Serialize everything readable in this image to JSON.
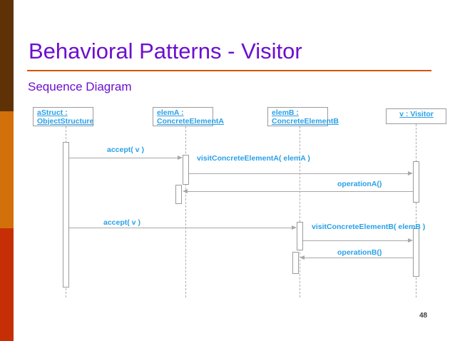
{
  "slide": {
    "title": "Behavioral Patterns - Visitor",
    "subtitle": "Sequence Diagram",
    "page_number": "48",
    "colors": {
      "title": "#6C0FCF",
      "rule": "#D2540C",
      "band_brown": "#5E3206",
      "band_orange": "#D2700A",
      "band_red": "#C62F06",
      "diagram_text": "#29A0E8",
      "diagram_line": "#A8A8A8",
      "box_border": "#9B9B9B"
    }
  },
  "diagram": {
    "type": "uml-sequence-diagram",
    "participants": [
      {
        "id": "aStruct",
        "line1": "aStruct :",
        "line2": "ObjectStructure",
        "single_line": ""
      },
      {
        "id": "elemA",
        "line1": "elemA :",
        "line2": "ConcreteElementA",
        "single_line": ""
      },
      {
        "id": "elemB",
        "line1": "elemB :",
        "line2": "ConcreteElementB",
        "single_line": ""
      },
      {
        "id": "visitor",
        "line1": "",
        "line2": "",
        "single_line": "v : Visitor"
      }
    ],
    "messages": [
      {
        "id": "m1",
        "label": "accept( v )",
        "from": "aStruct",
        "to": "elemA",
        "direction": "right"
      },
      {
        "id": "m2",
        "label": "visitConcreteElementA( elemA )",
        "from": "elemA",
        "to": "visitor",
        "direction": "right"
      },
      {
        "id": "m3",
        "label": "operationA()",
        "from": "visitor",
        "to": "elemA",
        "direction": "left"
      },
      {
        "id": "m4",
        "label": "accept( v )",
        "from": "aStruct",
        "to": "elemB",
        "direction": "right"
      },
      {
        "id": "m5",
        "label": "visitConcreteElementB( elemB )",
        "from": "elemB",
        "to": "visitor",
        "direction": "right"
      },
      {
        "id": "m6",
        "label": "operationB()",
        "from": "visitor",
        "to": "elemB",
        "direction": "left"
      }
    ]
  }
}
